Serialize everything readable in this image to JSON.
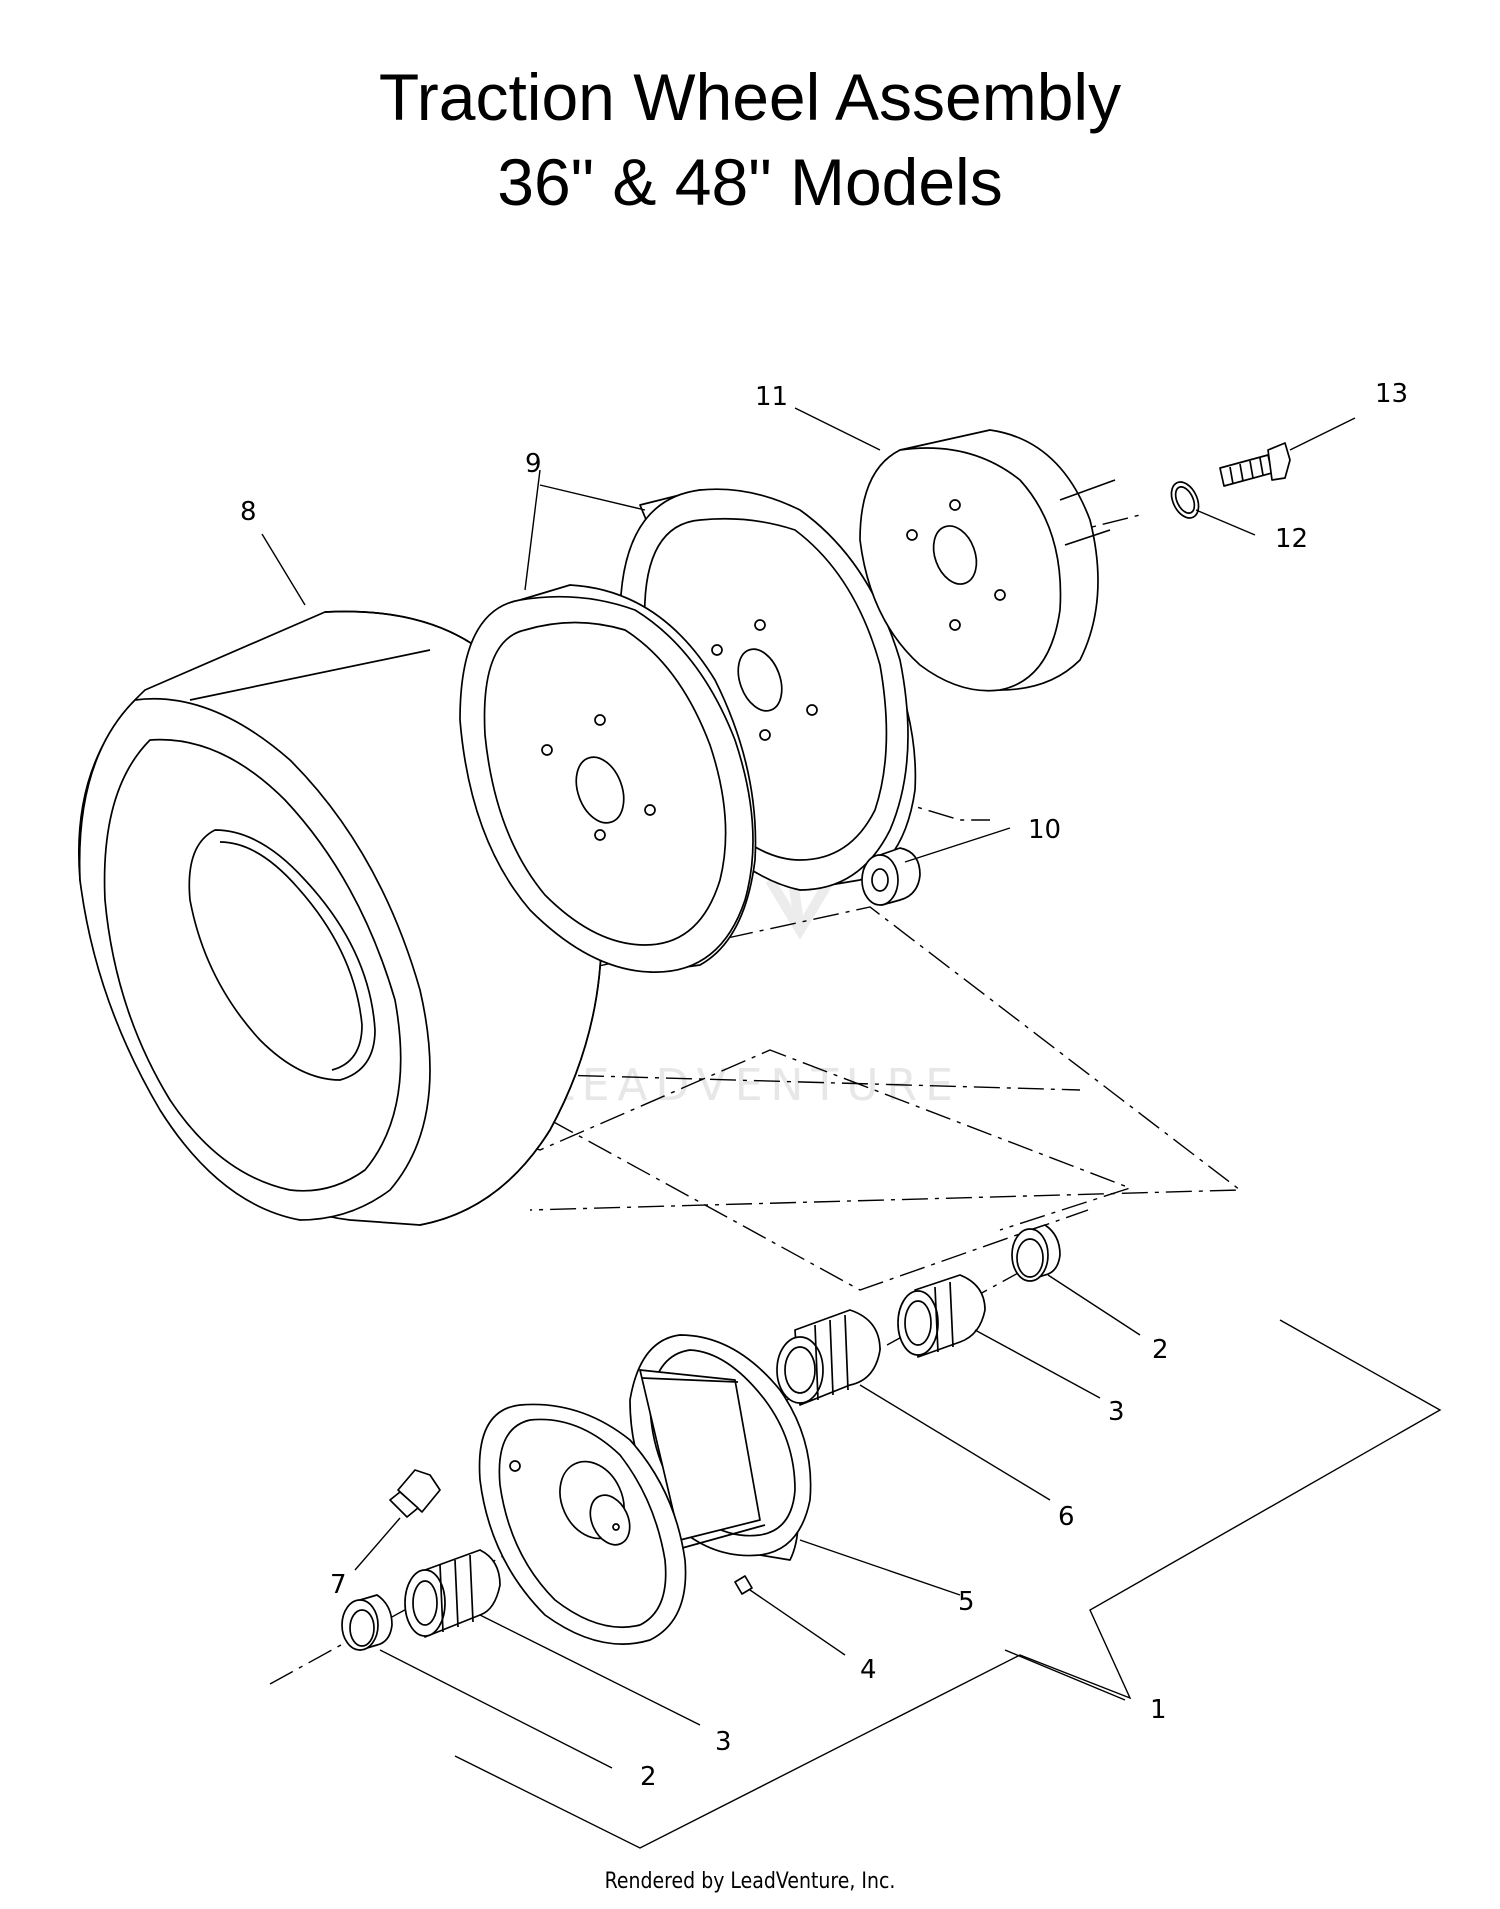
{
  "header": {
    "title_line1": "Traction Wheel Assembly",
    "title_line2": "36\" & 48\" Models"
  },
  "watermark": "LEADVENTURE",
  "footer": "Rendered by LeadVenture, Inc.",
  "callouts": {
    "c1": "1",
    "c2a": "2",
    "c2b": "2",
    "c3a": "3",
    "c3b": "3",
    "c4": "4",
    "c5": "5",
    "c6": "6",
    "c7": "7",
    "c8": "8",
    "c9": "9",
    "c10": "10",
    "c11": "11",
    "c12": "12",
    "c13": "13"
  }
}
